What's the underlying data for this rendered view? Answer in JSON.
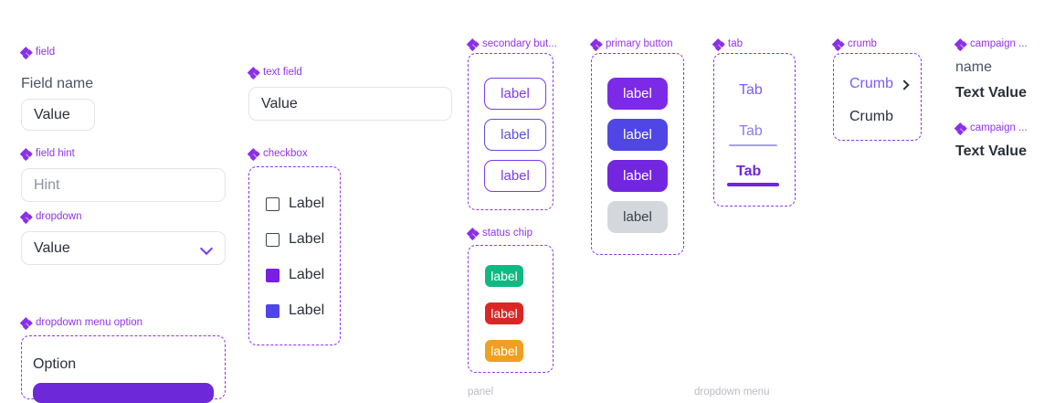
{
  "theme": {
    "component_label_color": "#9333ea",
    "frame_border_color": "#9333ea",
    "primary_purple": "#7c3aed",
    "indigo": "#4f46e5",
    "violet": "#7a1fe0",
    "text_dark": "#2b2f3a",
    "text_muted": "#8d93a1",
    "input_border": "#e2e4e9",
    "disabled_bg": "#d4d7dc",
    "chip_green": "#10b981",
    "chip_red": "#dc2626",
    "chip_orange": "#f0a020"
  },
  "components": {
    "field": {
      "label": "field",
      "field_name": "Field name",
      "value": "Value"
    },
    "field_hint": {
      "label": "field hint",
      "placeholder": "Hint"
    },
    "dropdown": {
      "label": "dropdown",
      "value": "Value",
      "chevron_icon": "chevron-down-icon"
    },
    "dropdown_menu_option": {
      "label": "dropdown menu option",
      "option": "Option"
    },
    "text_field": {
      "label": "text field",
      "value": "Value"
    },
    "checkbox": {
      "label": "checkbox",
      "items": [
        {
          "label": "Label",
          "checked": false,
          "color": "#ffffff"
        },
        {
          "label": "Label",
          "checked": false,
          "color": "#ffffff"
        },
        {
          "label": "Label",
          "checked": true,
          "color": "#7a1fe0"
        },
        {
          "label": "Label",
          "checked": true,
          "color": "#4f46e5"
        }
      ]
    },
    "secondary_button": {
      "label": "secondary but...",
      "full_label": "secondary button",
      "items": [
        {
          "label": "label",
          "border": "#7c3aed",
          "text": "#7c3aed"
        },
        {
          "label": "label",
          "border": "#5b4de0",
          "text": "#5b4de0"
        },
        {
          "label": "label",
          "border": "#7c3aed",
          "text": "#7c3aed"
        }
      ]
    },
    "status_chip": {
      "label": "status chip",
      "items": [
        {
          "label": "label",
          "color": "#10b981"
        },
        {
          "label": "label",
          "color": "#dc2626"
        },
        {
          "label": "label",
          "color": "#f0a020"
        }
      ]
    },
    "primary_button": {
      "label": "primary button",
      "items": [
        {
          "label": "label",
          "bg": "#7c2ae8",
          "text": "#ffffff",
          "state": "default"
        },
        {
          "label": "label",
          "bg": "#4f46e5",
          "text": "#ffffff",
          "state": "hover"
        },
        {
          "label": "label",
          "bg": "#7326e0",
          "text": "#ffffff",
          "state": "pressed"
        },
        {
          "label": "label",
          "bg": "#d4d7dc",
          "text": "#3b4049",
          "state": "disabled"
        }
      ]
    },
    "tab": {
      "label": "tab",
      "items": [
        {
          "label": "Tab",
          "state": "default",
          "color": "#7c5cf0",
          "underline": "none"
        },
        {
          "label": "Tab",
          "state": "hover",
          "color": "#8b7ef0",
          "underline": "thin"
        },
        {
          "label": "Tab",
          "state": "active",
          "color": "#6d28d9",
          "underline": "thick"
        }
      ]
    },
    "crumb": {
      "label": "crumb",
      "items": [
        {
          "label": "Crumb",
          "color": "#7c5cf0",
          "chevron": true
        },
        {
          "label": "Crumb",
          "color": "#2b2f3a",
          "chevron": false
        }
      ]
    },
    "campaign_name": {
      "label": "campaign ...",
      "name": "name",
      "value": "Text Value"
    },
    "campaign_value": {
      "label": "campaign ...",
      "value": "Text Value"
    },
    "clipped_bottom": {
      "panel_label": "panel",
      "dropdown_menu_label": "dropdown menu"
    }
  }
}
